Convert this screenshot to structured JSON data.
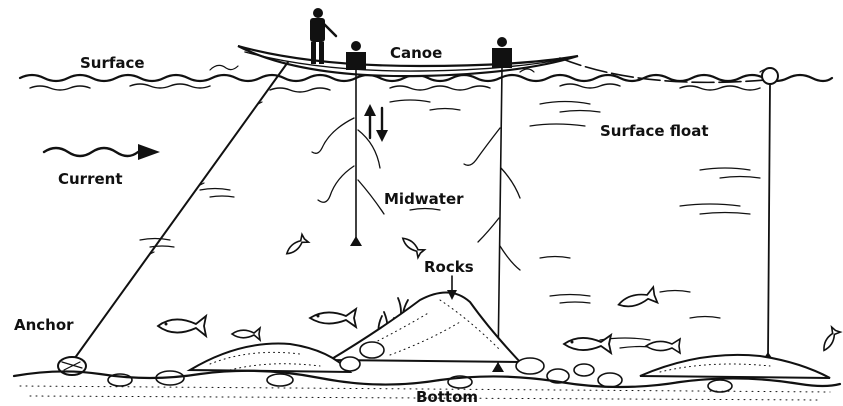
{
  "labels": {
    "surface": "Surface",
    "canoe": "Canoe",
    "surface_float": "Surface float",
    "current": "Current",
    "midwater": "Midwater",
    "rocks": "Rocks",
    "anchor": "Anchor",
    "bottom": "Bottom"
  },
  "colors": {
    "ink": "#111111",
    "background": "#ffffff"
  },
  "icons": {
    "current": "wavy-arrow-right",
    "line_motion": "up-down-arrows"
  }
}
